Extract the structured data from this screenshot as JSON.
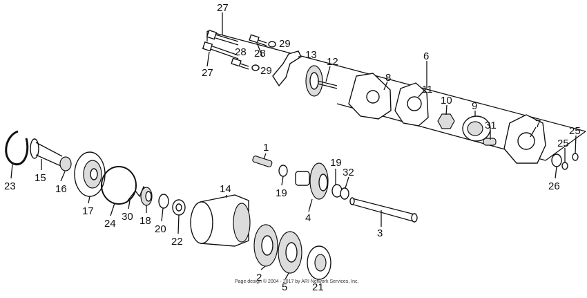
{
  "diagram": {
    "callouts": [
      {
        "id": "27a",
        "text": "27"
      },
      {
        "id": "28a",
        "text": "28"
      },
      {
        "id": "28b",
        "text": "28"
      },
      {
        "id": "29a",
        "text": "29"
      },
      {
        "id": "29b",
        "text": "29"
      },
      {
        "id": "27b",
        "text": "27"
      },
      {
        "id": "13",
        "text": "13"
      },
      {
        "id": "12",
        "text": "12"
      },
      {
        "id": "6",
        "text": "6"
      },
      {
        "id": "8",
        "text": "8"
      },
      {
        "id": "11",
        "text": "11"
      },
      {
        "id": "10",
        "text": "10"
      },
      {
        "id": "9",
        "text": "9"
      },
      {
        "id": "7",
        "text": "7"
      },
      {
        "id": "31",
        "text": "31"
      },
      {
        "id": "25a",
        "text": "25"
      },
      {
        "id": "25b",
        "text": "25"
      },
      {
        "id": "26",
        "text": "26"
      },
      {
        "id": "23",
        "text": "23"
      },
      {
        "id": "15",
        "text": "15"
      },
      {
        "id": "16",
        "text": "16"
      },
      {
        "id": "17",
        "text": "17"
      },
      {
        "id": "24",
        "text": "24"
      },
      {
        "id": "30",
        "text": "30"
      },
      {
        "id": "18",
        "text": "18"
      },
      {
        "id": "20",
        "text": "20"
      },
      {
        "id": "22",
        "text": "22"
      },
      {
        "id": "14",
        "text": "14"
      },
      {
        "id": "1",
        "text": "1"
      },
      {
        "id": "19a",
        "text": "19"
      },
      {
        "id": "19b",
        "text": "19"
      },
      {
        "id": "32",
        "text": "32"
      },
      {
        "id": "4",
        "text": "4"
      },
      {
        "id": "3",
        "text": "3"
      },
      {
        "id": "2",
        "text": "2"
      },
      {
        "id": "5",
        "text": "5"
      },
      {
        "id": "21",
        "text": "21"
      }
    ],
    "copyright": "Page design © 2004 - 2017 by ARI Network Services, Inc."
  }
}
